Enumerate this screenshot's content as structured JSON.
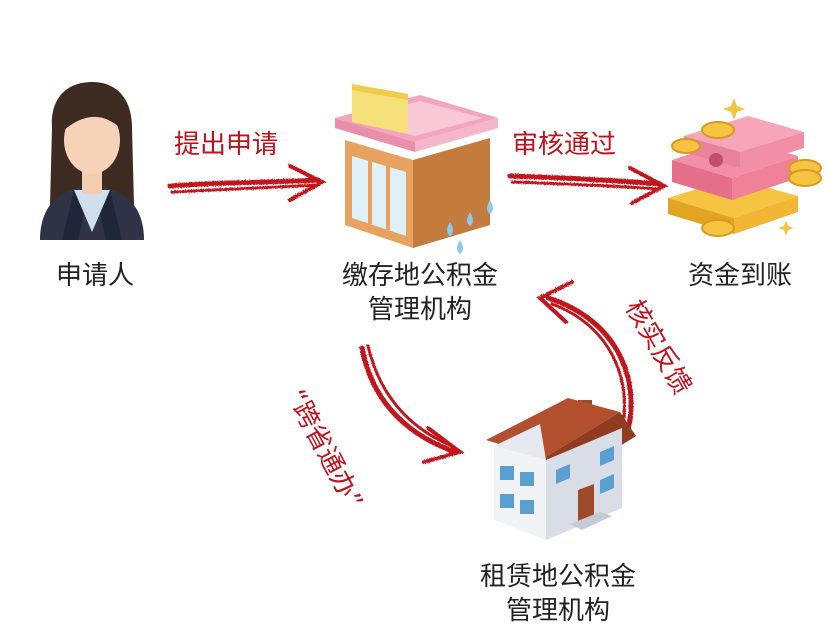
{
  "nodes": {
    "applicant": {
      "label": "申请人"
    },
    "origin_fund": {
      "line1": "缴存地公积金",
      "line2": "管理机构"
    },
    "funds": {
      "label": "资金到账"
    },
    "rental_fund": {
      "line1": "租赁地公积金",
      "line2": "管理机构"
    }
  },
  "edges": {
    "submit": "提出申请",
    "approve": "审核通过",
    "cross_province": "“跨省通办”",
    "verify_feedback": "核实反馈"
  },
  "colors": {
    "arrow": "#c0121c",
    "text": "#222222"
  },
  "icons": {
    "applicant": "businesswoman-icon",
    "origin_fund": "storefront-building-icon",
    "funds": "money-stack-coins-icon",
    "rental_fund": "house-icon"
  }
}
